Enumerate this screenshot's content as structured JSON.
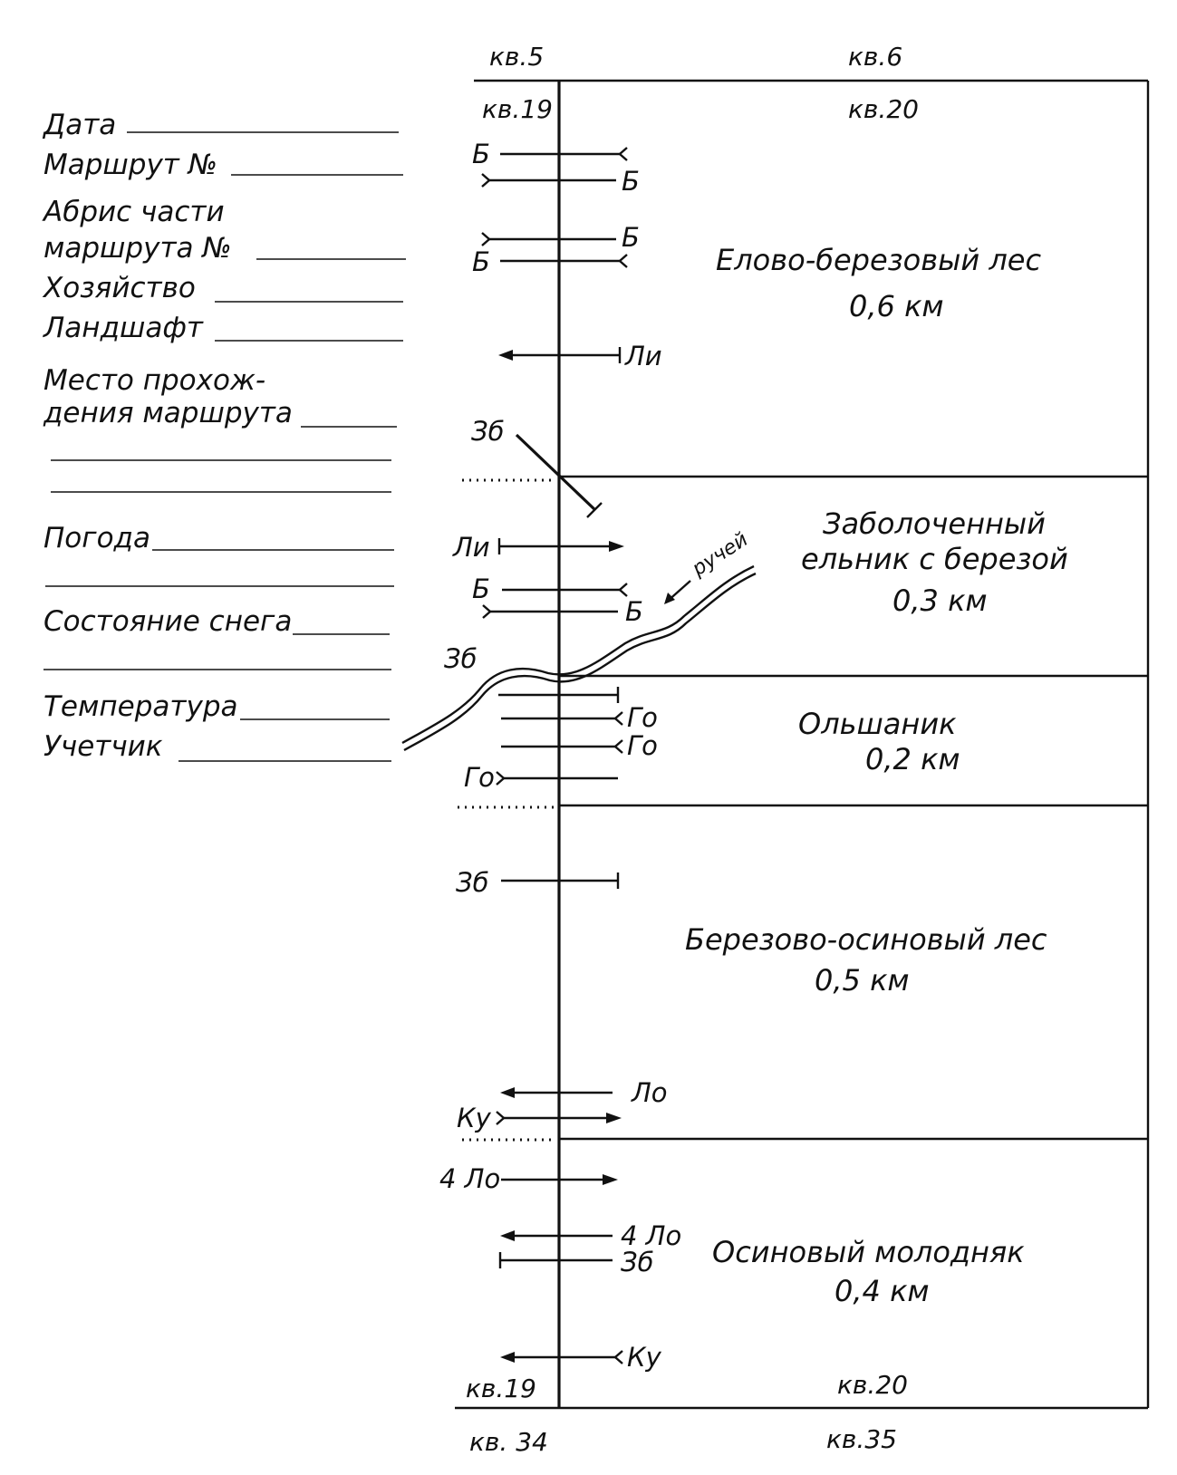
{
  "form": {
    "date_label": "Дата",
    "route_label": "Маршрут №",
    "abris_label_1": "Абрис части",
    "abris_label_2": "маршрута №",
    "farm_label": "Хозяйство",
    "landscape_label": "Ландшафт",
    "place_label_1": "Место прохож-",
    "place_label_2": "дения маршрута",
    "weather_label": "Погода",
    "snow_label": "Состояние снега",
    "temperature_label": "Температура",
    "counter_label": "Учетчик"
  },
  "quarters": {
    "top_left_outer": "кв.5",
    "top_right_outer": "кв.6",
    "top_left_inner": "кв.19",
    "top_right_inner": "кв.20",
    "bottom_left_inner": "кв.19",
    "bottom_right_inner": "кв.20",
    "bottom_left_outer": "кв. 34",
    "bottom_right_outer": "кв.35"
  },
  "zones": [
    {
      "name": "Елово-березовый лес",
      "length": "0,6 км"
    },
    {
      "name_1": "Заболоченный",
      "name_2": "ельник с березой",
      "length": "0,3 км"
    },
    {
      "name": "Ольшаник",
      "length": "0,2 км"
    },
    {
      "name": "Березово-осиновый лес",
      "length": "0,5 км"
    },
    {
      "name": "Осиновый молодняк",
      "length": "0,4 км"
    }
  ],
  "stream_label": "ручей",
  "track_marks": [
    {
      "label": "Б"
    },
    {
      "label": "Б"
    },
    {
      "label": "Б"
    },
    {
      "label": "Б"
    },
    {
      "label": "Ли"
    },
    {
      "label": "Зб"
    },
    {
      "label": "Ли"
    },
    {
      "label": "Б"
    },
    {
      "label": "Б"
    },
    {
      "label": "Зб"
    },
    {
      "label": "Го"
    },
    {
      "label": "Го"
    },
    {
      "label": "Го"
    },
    {
      "label": "Зб"
    },
    {
      "label": "Ло"
    },
    {
      "label": "Ку"
    },
    {
      "label": "4 Ло"
    },
    {
      "label": "4 Ло"
    },
    {
      "label": "Зб"
    },
    {
      "label": "Ку"
    }
  ]
}
